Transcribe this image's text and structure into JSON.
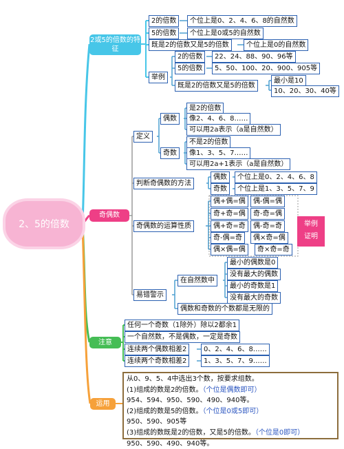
{
  "center": "2、5的倍数",
  "b1": {
    "title": "2或5的倍数的特征",
    "rows": [
      {
        "name": "2的倍数",
        "desc": "个位上是0、2、4、6、8的自然数"
      },
      {
        "name": "5的倍数",
        "desc": "个位上是0或5的自然数"
      },
      {
        "name": "既是2的倍数又是5的倍数",
        "desc": "个位上是0的自然数"
      }
    ],
    "examples": {
      "label": "举例",
      "rows": [
        {
          "name": "2的倍数",
          "desc": "22、24、88、90、96等"
        },
        {
          "name": "5的倍数",
          "desc": "5、50、100、20、900、905等"
        },
        {
          "name": "既是2的倍数又是5的倍数",
          "min": "最小是10",
          "list": "10、20、30、40等"
        }
      ]
    }
  },
  "b2": {
    "title": "奇偶数",
    "definition": {
      "label": "定义",
      "even": {
        "label": "偶数",
        "items": [
          "是2的倍数",
          "像2、4、6、8……",
          "可以用2a表示（a是自然数）"
        ]
      },
      "odd": {
        "label": "奇数",
        "items": [
          "不是2的倍数",
          "像1、3、5、7……",
          "可以用2a+1表示（a是自然数）"
        ]
      }
    },
    "method": {
      "label": "判断奇偶数的方法",
      "rows": [
        {
          "name": "偶数",
          "desc": "个位上是0、2、4、6、8"
        },
        {
          "name": "奇数",
          "desc": "个位上是1、3、5、7、9"
        }
      ]
    },
    "ops": {
      "label": "奇偶数的运算性质",
      "rows": [
        [
          "偶+偶=偶",
          "偶-偶=偶"
        ],
        [
          "奇+奇=偶",
          "奇-奇=偶"
        ],
        [
          "偶+奇=奇",
          "偶-奇=奇"
        ],
        [
          "奇-偶=奇",
          "偶×奇=偶"
        ],
        [
          "偶×偶=偶",
          "奇×奇=奇"
        ]
      ],
      "badge": [
        "举例",
        "证明"
      ]
    },
    "pitfalls": {
      "label": "易错警示",
      "sub": "在自然数中",
      "items": [
        "最小的偶数是0",
        "没有最大的偶数",
        "最小的奇数是1",
        "没有最大的奇数"
      ],
      "last": "偶数和奇数的个数都是无限的"
    }
  },
  "b3": {
    "title": "注意",
    "items": [
      "任何一个奇数（1除外）除以2都余1",
      "一个自然数，不是偶数，一定是奇数",
      "连续两个偶数相差2",
      "连续两个奇数相差2"
    ],
    "seq_even": "0、2、4、6、8……",
    "seq_odd": "1、3、5、7、9……"
  },
  "b4": {
    "title": "运用",
    "lines": [
      {
        "text": "从0、9、5、4中选出3个数，按要求组数。",
        "note": ""
      },
      {
        "text": "(1)组成的数是2的倍数。",
        "note": "（个位是偶数即可）"
      },
      {
        "text": "954、594、950、590、490、940等。",
        "note": ""
      },
      {
        "text": "(2)组成的数是5的倍数。",
        "note": "（个位是0或5即可）"
      },
      {
        "text": "950、590、905等",
        "note": ""
      },
      {
        "text": "(3)组成的数既是2的倍数，又是5的倍数。",
        "note": "（个位是0即可）"
      },
      {
        "text": "950、590、490、940等。",
        "note": ""
      }
    ]
  },
  "colors": {
    "b1": "#47c6e8",
    "b2": "#ee3f86",
    "b3": "#45bd55",
    "b4": "#f6a13a",
    "box_border": "#2a5fb0",
    "note_blue": "#2a55c0",
    "apply_border": "#8c6d3c"
  }
}
